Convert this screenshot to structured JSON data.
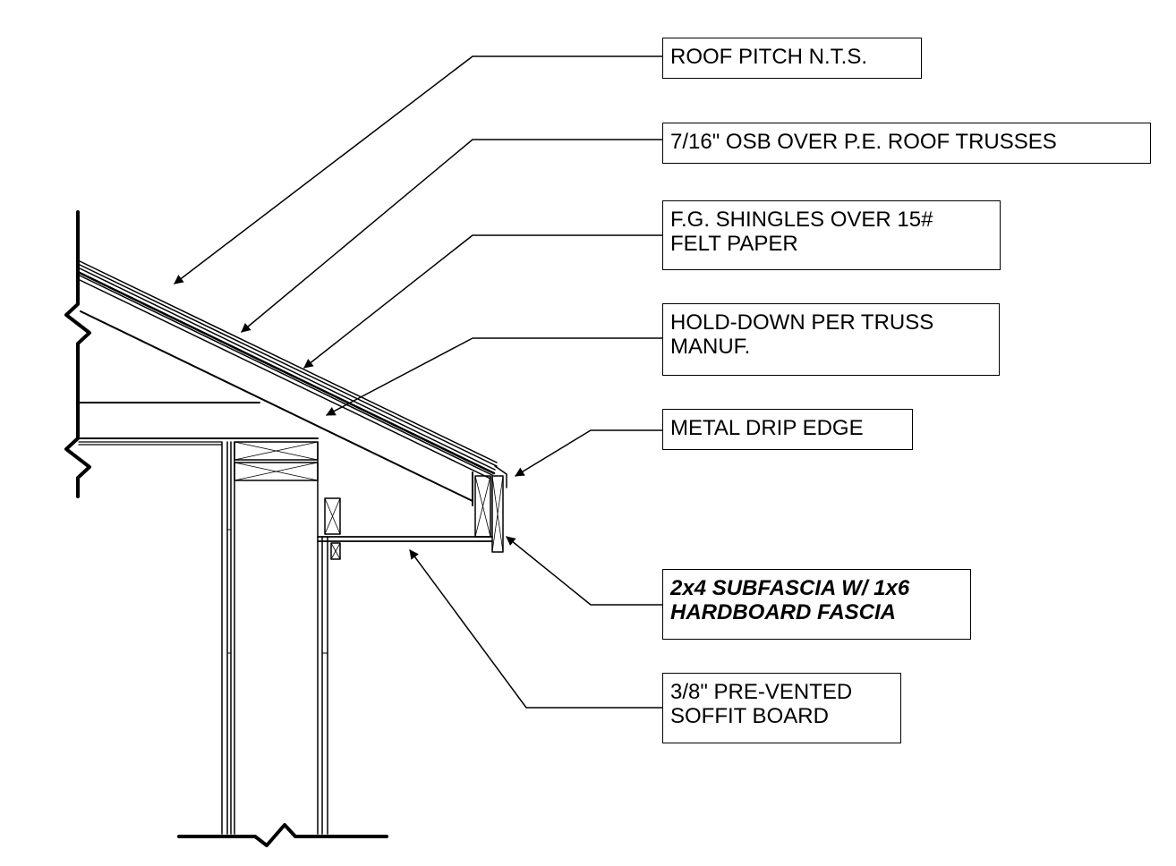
{
  "callouts": [
    {
      "id": "roof-pitch",
      "lines": [
        "ROOF PITCH N.T.S."
      ],
      "emphasis": false
    },
    {
      "id": "osb",
      "lines": [
        "7/16\" OSB OVER P.E. ROOF TRUSSES"
      ],
      "emphasis": false
    },
    {
      "id": "shingles",
      "lines": [
        "F.G. SHINGLES OVER 15#",
        "FELT PAPER"
      ],
      "emphasis": false
    },
    {
      "id": "hold-down",
      "lines": [
        "HOLD-DOWN PER TRUSS",
        "MANUF."
      ],
      "emphasis": false
    },
    {
      "id": "drip-edge",
      "lines": [
        "METAL DRIP EDGE"
      ],
      "emphasis": false
    },
    {
      "id": "subfascia",
      "lines": [
        "2x4 SUBFASCIA W/ 1x6",
        "HARDBOARD FASCIA"
      ],
      "emphasis": true
    },
    {
      "id": "soffit",
      "lines": [
        "3/8\" PRE-VENTED",
        "SOFFIT BOARD"
      ],
      "emphasis": false
    }
  ],
  "colors": {
    "ink": "#000000",
    "paper": "#ffffff"
  }
}
